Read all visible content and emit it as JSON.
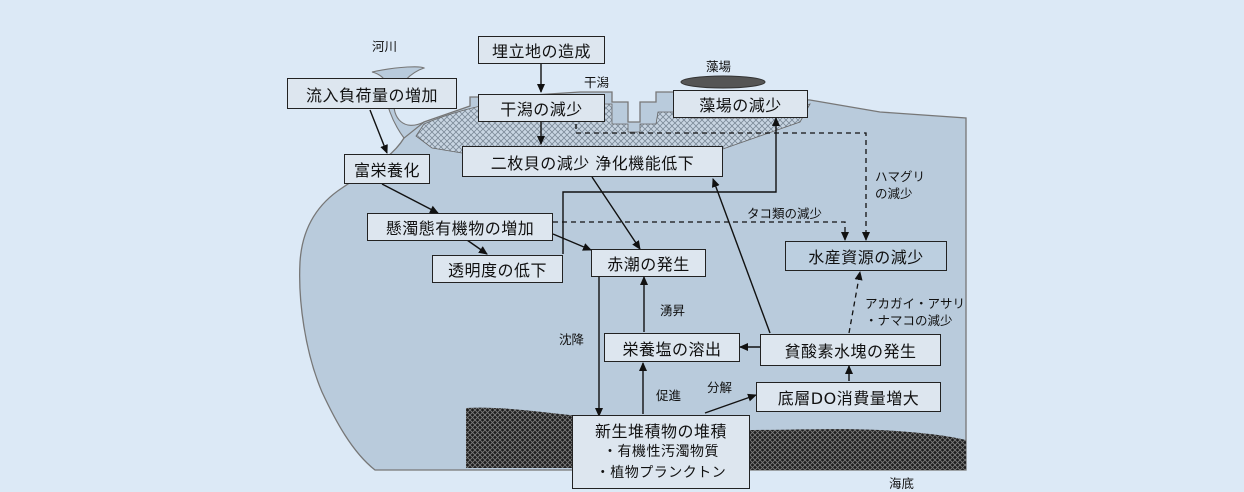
{
  "boxes": {
    "reclamation": "埋立地の造成",
    "tidal_flat_decrease": "干潟の減少",
    "seagrass_decrease": "藻場の減少",
    "inflow_load": "流入負荷量の増加",
    "eutrophication": "富栄養化",
    "bivalve_decrease": "二枚貝の減少  浄化機能低下",
    "suspended_organic": "懸濁態有機物の増加",
    "transparency": "透明度の低下",
    "red_tide": "赤潮の発生",
    "fishery_decrease": "水産資源の減少",
    "nutrient_release": "栄養塩の溶出",
    "hypoxic": "貧酸素水塊の発生",
    "do_consumption": "底層DO消費量増大",
    "sediment_title": "新生堆積物の堆積",
    "sediment_item1": "・有機性汚濁物質",
    "sediment_item2": "・植物プランクトン"
  },
  "labels": {
    "river": "河川",
    "seagrass": "藻場",
    "tidal_flat": "干潟",
    "octopus": "タコ類の減少",
    "clam_line1": "ハマグリ",
    "clam_line2": "の減少",
    "upwelling": "湧昇",
    "shellfish_line1": "アカガイ・アサリ",
    "shellfish_line2": "・ナマコの減少",
    "sedimentation": "沈降",
    "promotion": "促進",
    "decomposition": "分解",
    "seabed": "海底"
  },
  "colors": {
    "background": "#dce9f6",
    "sea": "#b9cbdc",
    "sea_outline": "#777777",
    "box_fill": "#dde6ef",
    "line": "#111111"
  }
}
